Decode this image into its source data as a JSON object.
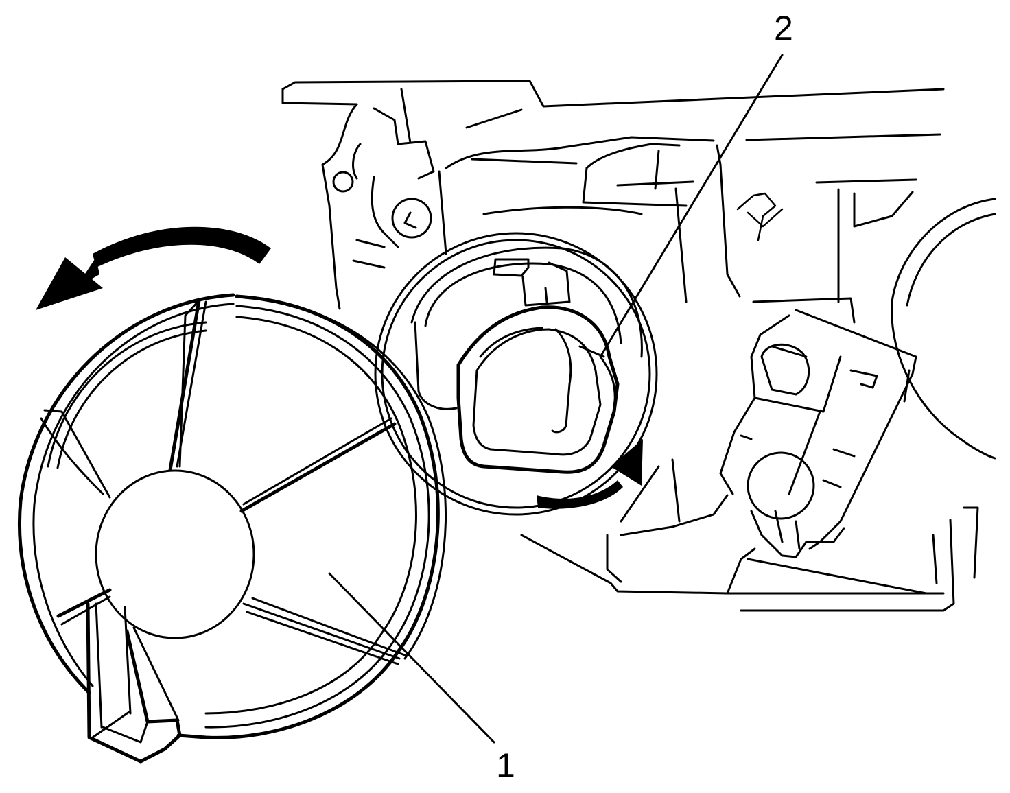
{
  "callouts": [
    {
      "id": "1",
      "label": "1"
    },
    {
      "id": "2",
      "label": "2"
    }
  ],
  "colors": {
    "line": "#000000",
    "background": "#ffffff"
  },
  "icons": {
    "arrow_counterclockwise": "rotate-left-arrow-icon",
    "arrow_clockwise": "rotate-right-arrow-icon"
  }
}
